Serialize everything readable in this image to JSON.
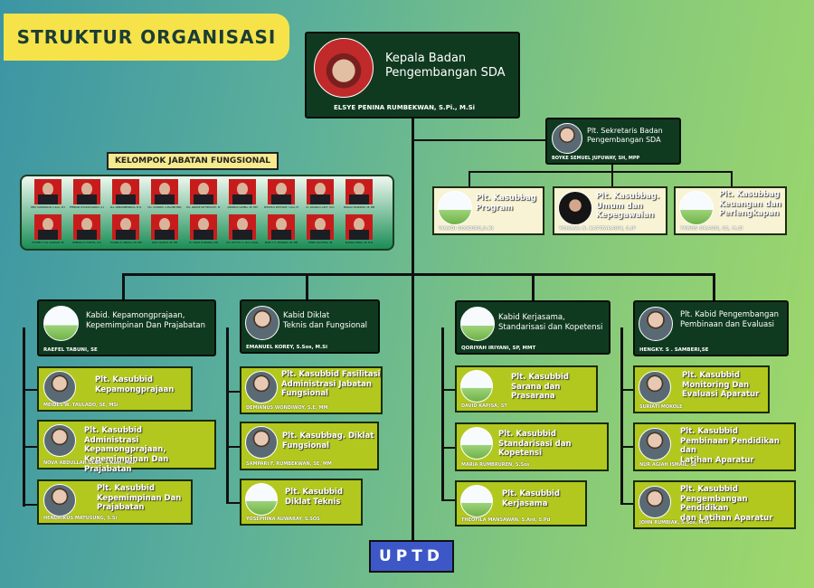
{
  "title": "STRUKTUR ORGANISASI",
  "head": {
    "title": "Kepala Badan\nPengembangan SDA",
    "name": "ELSYE PENINA RUMBEKWAN, S.Pi., M.Si"
  },
  "secretary": {
    "title": "Plt. Sekretaris Badan\nPengembangan SDA",
    "name": "BOYKE SEMUEL JUFUWAY, SH, MPP"
  },
  "sec_units": [
    {
      "title": "Plt. Kasubbag\nProgram",
      "name": "WANDI SONDIRU,S.Kt"
    },
    {
      "title": "Plt. Kasubbag.\nUmum dan\nKepegawaian",
      "name": "YOHANA N. KAPITARAUW, S.IP"
    },
    {
      "title": "Plt. Kasubbag\nKeuangan dan\nPerlengkapan",
      "name": "YUNUS ORAGSI, SE, M.Si"
    }
  ],
  "functional_group": {
    "label": "KELOMPOK JABATAN FUNGSIONAL",
    "row1": [
      "DEKY KAWENGIAN, S.Kom, M.AP",
      "FEBRYAN DIYAN NUGRAHA, S.Ag, M.Pd",
      "Drs. AMBORIBENKOVA, M.Si",
      "Drs. SUHARDI, A.Ma.PKB MBA",
      "Drs. ANDRIE PATTIPEILOHY, M.Si",
      "ANDREAS SAIMBA, SE, MM",
      "PHILIPIUS MOTUNDE, S.Sos, MM",
      "Dr. ZAKARIA LASUT, M.Si",
      "RONALD BANDIRIN, SE, MM"
    ],
    "row2": [
      "ESTHER F. D.R. KAPASAP, SE",
      "DEBORA M. PUSPITA, S.Si",
      "YULIANA R. SINAGA, SH, MM",
      "SARI YULIANTI, SE, MM",
      "Dr. MARIA RUMAWAS, MM",
      "Dra. RUTH R. S. Hura, M.Kes",
      "MARY T. H. PURNAMI, SE, MM",
      "YENNY AGUSTINA, SE",
      "ROSINA PURBA, SE, M.Si"
    ]
  },
  "divisions": [
    {
      "title": "Kabid. Kepamongprajaan,\nKepemimpinan Dan Prajabatan",
      "name": "RAEFEL TABUNI, SE",
      "subs": [
        {
          "title": "Plt. Kasubbid\nKepamongprajaan",
          "name": "MEIDES W. TAULADO, SE, MSi"
        },
        {
          "title": "Plt. Kasubbid\nAdministrasi Kepamongprajaan,\nKepemimpinan Dan Prajabatan",
          "name": "NOVA ABDULLAH OLUA, S.Kom, MKP"
        },
        {
          "title": "Plt. Kasubbid\nKepemimpinan Dan\nPrajabatan",
          "name": "HENDRIKUS MATUSUNG, S.Si"
        }
      ]
    },
    {
      "title": "Kabid Diklat\nTeknis dan Fungsional",
      "name": "EMANUEL KOREY, S.Sos, M.Si",
      "subs": [
        {
          "title": "Plt. Kasubbid Fasilitasi\nAdministrasi Jabatan\nFungsional",
          "name": "DEMIANUS WONDIWOY, S.E, MM"
        },
        {
          "title": "Plt. Kasubbag. Diklat\nFungsional",
          "name": "SAMPARI F. RUMBEKWAN, SE, MM"
        },
        {
          "title": "Plt. Kasubbid\nDiklat Teknis",
          "name": "YOSEPHINA AUWARAY, S.SOS"
        }
      ]
    },
    {
      "title": "Kabid Kerjasama,\nStandarisasi dan Kopetensi",
      "name": "QORIYAH IRIYANI, SP, MMT",
      "subs": [
        {
          "title": "Plt. Kasubbid\nSarana dan Prasarana",
          "name": "DAVID KAPISA, ST"
        },
        {
          "title": "Plt. Kasubbid\nStandarisasi dan Kopetensi",
          "name": "MARIA RUMBRUREN, S.Sos"
        },
        {
          "title": "Plt. Kasubbid\nKerjasama",
          "name": "THEOFILA MANSAWAN, S.Ant, S.Pd"
        }
      ]
    },
    {
      "title": "Plt. Kabid Pengembangan\nPembinaan dan Evaluasi",
      "name": "HENGKY. S . SAMBERI,SE",
      "subs": [
        {
          "title": "Plt. Kasubbid\nMonitoring Dan\nEvaluasi Aparatur",
          "name": "SURIATI MOKOLE"
        },
        {
          "title": "Plt. Kasubbid\nPembinaan Pendidikan dan\nLatihan Aparatur",
          "name": "NUR AGIAH ISMAIL, SE"
        },
        {
          "title": "Plt. Kasubbid\nPengembangan Pendidikan\ndan Latihan Aparatur",
          "name": "JOHN RUMBIAK, S.Sos, M.Si"
        }
      ]
    }
  ],
  "uptd": "UPTD",
  "colors": {
    "dark_box": "#103a20",
    "lime_box": "#b2c81e",
    "cream_box": "#f7f3d4",
    "title_badge": "#f6e34a",
    "uptd": "#3d58c6"
  }
}
